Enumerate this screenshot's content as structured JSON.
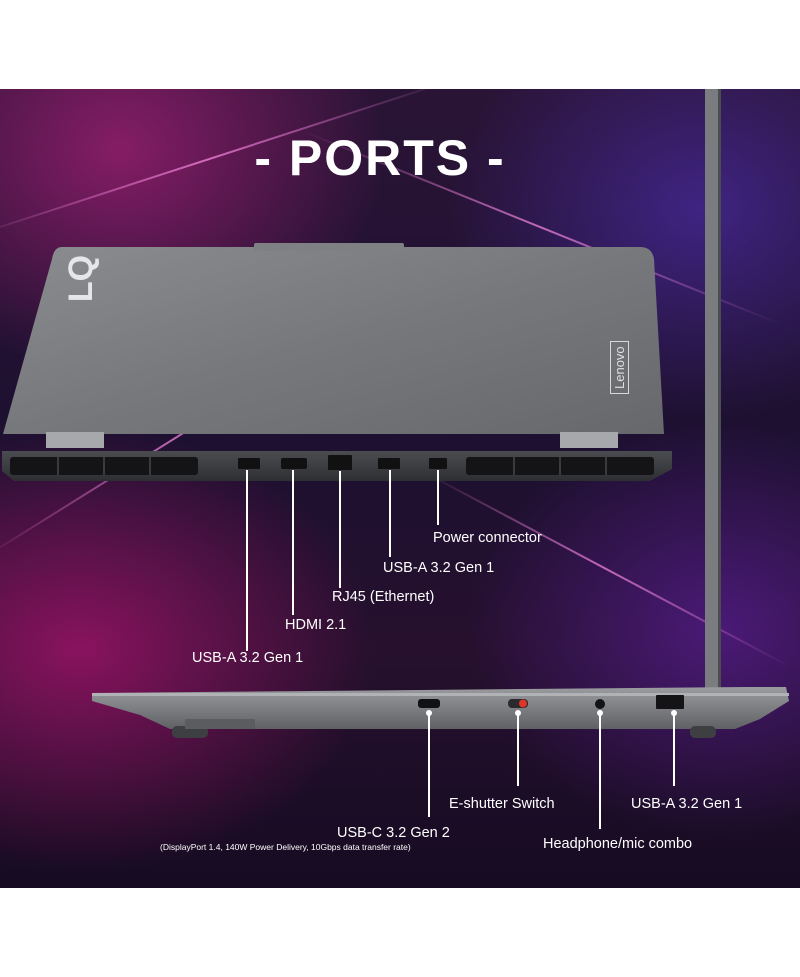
{
  "title": "-  PORTS  -",
  "brand_logo_text": "LQ",
  "lid_logo_text": "Lenovo",
  "rear_ports": [
    {
      "label": "Power connector"
    },
    {
      "label": "USB-A 3.2 Gen 1"
    },
    {
      "label": "RJ45 (Ethernet)"
    },
    {
      "label": "HDMI 2.1"
    },
    {
      "label": "USB-A 3.2 Gen 1"
    }
  ],
  "side_ports": {
    "usbc": {
      "label": "USB-C 3.2 Gen 2",
      "note": "(DisplayPort 1.4, 140W Power Delivery, 10Gbps data transfer rate)"
    },
    "eshutter": {
      "label": "E-shutter Switch"
    },
    "audio": {
      "label": "Headphone/mic combo"
    },
    "usba": {
      "label": "USB-A 3.2 Gen 1"
    }
  },
  "colors": {
    "accent_switch": "#e0332a",
    "label_text": "#ffffff",
    "laptop_body": "#6f7175"
  }
}
